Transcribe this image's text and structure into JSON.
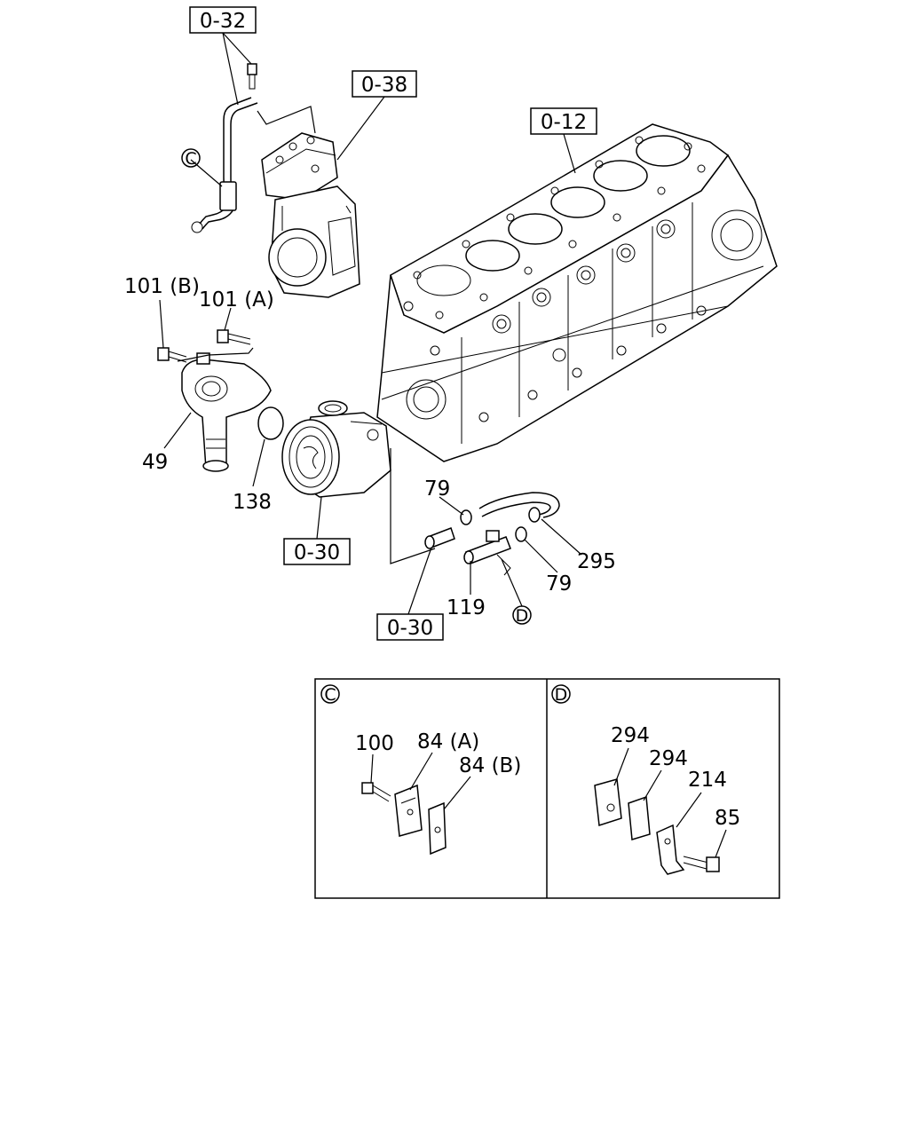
{
  "refs": {
    "r032": "0-32",
    "r038": "0-38",
    "r012": "0-12",
    "r030a": "0-30",
    "r030b": "0-30"
  },
  "callouts": {
    "c_top": "C",
    "d_top": "D",
    "c_inset": "C",
    "d_inset": "D"
  },
  "parts": {
    "p101b": "101 (B)",
    "p101a": "101 (A)",
    "p49": "49",
    "p138": "138",
    "p79a": "79",
    "p79b": "79",
    "p295": "295",
    "p119": "119",
    "p100": "100",
    "p84a": "84 (A)",
    "p84b": "84 (B)",
    "p294a": "294",
    "p294b": "294",
    "p214": "214",
    "p85": "85"
  }
}
